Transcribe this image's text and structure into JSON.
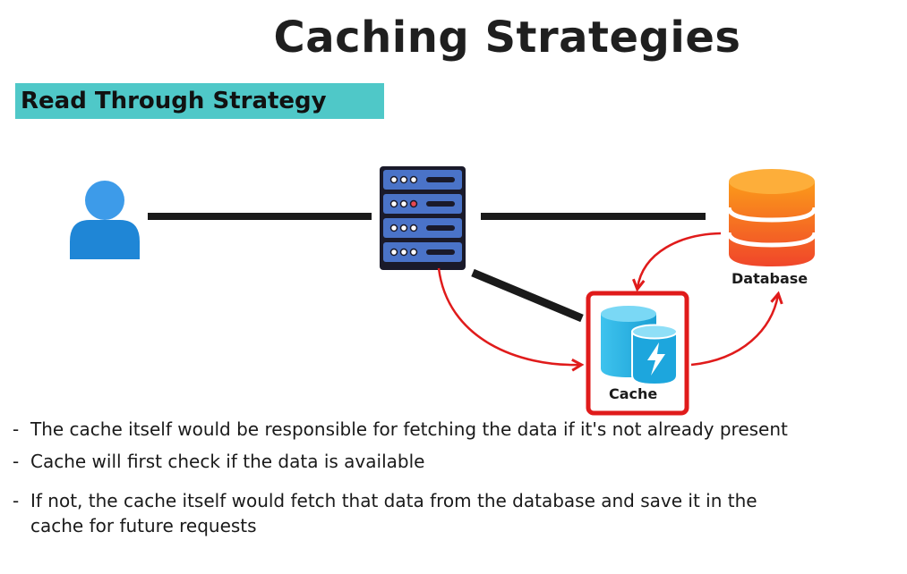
{
  "title": "Caching Strategies",
  "subtitle": "Read Through Strategy",
  "labels": {
    "database": "Database",
    "cache": "Cache"
  },
  "colors": {
    "subtitle_bg": "#4fc8c8",
    "arrow": "#e01b1b",
    "server": "#3d63b8",
    "user": "#2f8fdc",
    "database": "#f7741f",
    "cache": "#2bb6e6"
  },
  "bullets": [
    "The cache itself would be responsible for fetching the data if it's not already present",
    "Cache will first check if the data is available",
    "If not, the cache itself would fetch that data from the database and save it in the cache for future requests"
  ]
}
